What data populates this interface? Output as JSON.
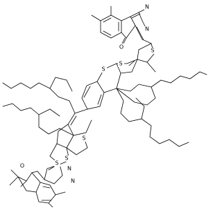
{
  "molecule": {
    "type": "chemical-structure",
    "atom_label_colors": {
      "S": "#000000",
      "N": "#000000",
      "O": "#000000",
      "C": "#000000"
    },
    "labels": {
      "n_top_1": "N",
      "n_top_2": "N",
      "o_top": "O",
      "s_top_1": "S",
      "s_top_2": "S",
      "s_mid_1": "S",
      "s_mid_2": "S",
      "s_bot_1": "S",
      "s_bot_2": "S",
      "o_bot": "O",
      "n_bot_1": "N",
      "n_bot_2": "N"
    }
  }
}
